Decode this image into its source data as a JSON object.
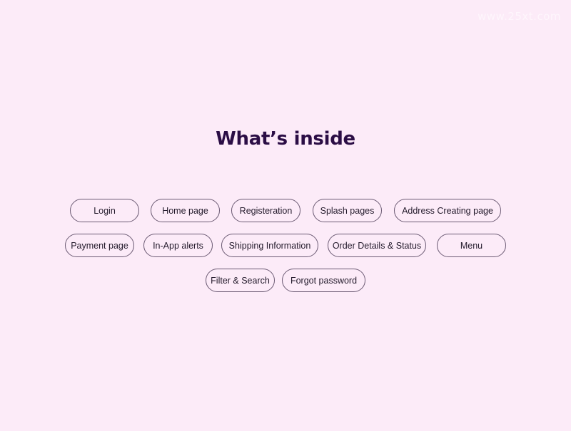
{
  "title": "What’s inside",
  "tags": {
    "row1": [
      "Login",
      "Home page",
      "Registeration",
      "Splash pages",
      "Address Creating page"
    ],
    "row2": [
      "Payment page",
      "In-App alerts",
      "Shipping Information",
      "Order Details & Status",
      "Menu"
    ],
    "row3": [
      "Filter & Search",
      "Forgot password"
    ]
  },
  "colors": {
    "background": "#fcebf8",
    "title": "#2b0d45",
    "tag_border": "#6b5a73",
    "tag_text": "#231a2b"
  }
}
